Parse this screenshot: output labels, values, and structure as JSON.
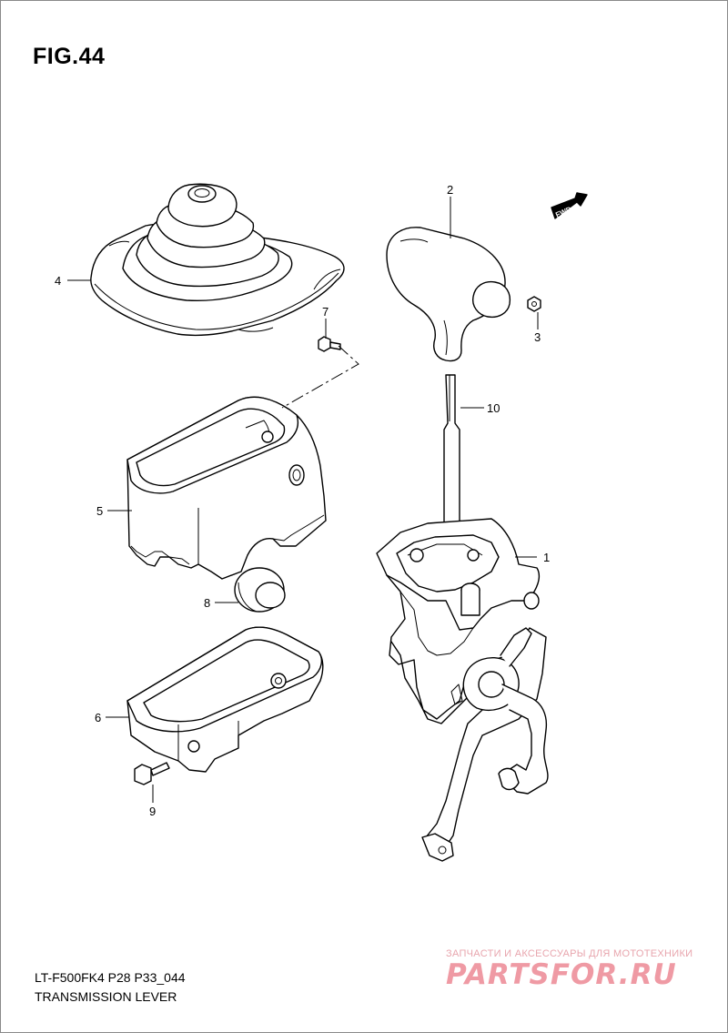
{
  "figure": {
    "title": "FIG.44",
    "code": "LT-F500FK4 P28 P33_044",
    "name": "TRANSMISSION LEVER",
    "fwd_label": "FWD"
  },
  "callouts": [
    "1",
    "2",
    "3",
    "4",
    "5",
    "6",
    "7",
    "8",
    "9",
    "10"
  ],
  "watermark": {
    "tagline": "ЗАПЧАСТИ И АКСЕССУАРЫ ДЛЯ МОТОТЕХНИКИ",
    "brand": "PARTSFOR.RU",
    "color": "#ef9aa4"
  },
  "colors": {
    "ink": "#000000",
    "paper": "#ffffff"
  }
}
